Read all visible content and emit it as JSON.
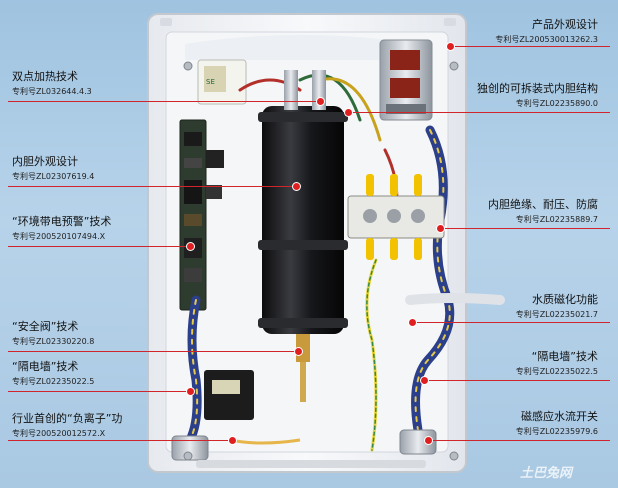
{
  "annotations": {
    "left": [
      {
        "title": "双点加热技术",
        "patent": "专利号ZL032644.4.3"
      },
      {
        "title": "内胆外观设计",
        "patent": "专利号ZL02307619.4"
      },
      {
        "title": "“环境带电预警”技术",
        "patent": "专利号200520107494.X"
      },
      {
        "title": "“安全阀”技术",
        "patent": "专利号ZL02330220.8"
      },
      {
        "title": "“隔电墙”技术",
        "patent": "专利号ZL02235022.5"
      },
      {
        "title": "行业首创的“负离子”功",
        "patent": "专利号200520012572.X"
      }
    ],
    "right": [
      {
        "title": "产品外观设计",
        "patent": "专利号ZL200530013262.3"
      },
      {
        "title": "独创的可拆装式内胆结构",
        "patent": "专利号ZL02235890.0"
      },
      {
        "title": "内胆绝缘、耐压、防腐",
        "patent": "专利号ZL02235889.7"
      },
      {
        "title": "水质磁化功能",
        "patent": "专利号ZL02235021.7"
      },
      {
        "title": "“隔电墙”技术",
        "patent": "专利号ZL02235022.5"
      },
      {
        "title": "磁感应水流开关",
        "patent": "专利号ZL02235979.6"
      }
    ]
  },
  "watermark": {
    "text": "土巴兔网"
  },
  "colors": {
    "background": "#a9c8e2",
    "callout_line": "#d0262b",
    "callout_dot": "#e02020",
    "heater_casing": "#f2f3f5",
    "heating_tank": "#1b1b1d",
    "terminal_yellow": "#f2c200",
    "hose_blue": "#2b3f8a"
  }
}
